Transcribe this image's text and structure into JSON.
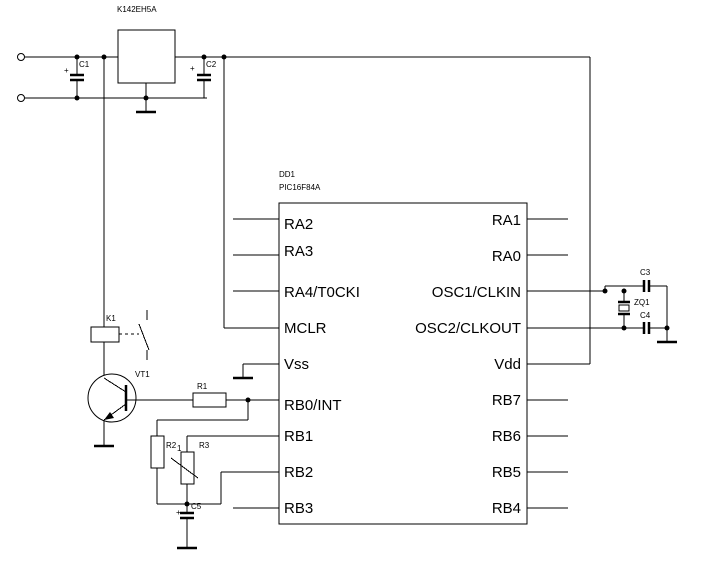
{
  "labels": {
    "regulator": "K142EH5A",
    "mcu_ref": "DD1",
    "mcu_part": "PIC16F84A",
    "c1": "C1",
    "c2": "C2",
    "c3": "C3",
    "c4": "C4",
    "c5": "C5",
    "zq1": "ZQ1",
    "r1": "R1",
    "r2": "R2",
    "r3": "R3",
    "k1": "K1",
    "vt1": "VT1",
    "plus": "+",
    "r3_tap": "1"
  },
  "pins_left": [
    "RA2",
    "RA3",
    "RA4/T0CKI",
    "MCLR",
    "Vss",
    "RB0/INT",
    "RB1",
    "RB2",
    "RB3"
  ],
  "pins_right": [
    "RA1",
    "RA0",
    "OSC1/CLKIN",
    "OSC2/CLKOUT",
    "Vdd",
    "RB7",
    "RB6",
    "RB5",
    "RB4"
  ]
}
